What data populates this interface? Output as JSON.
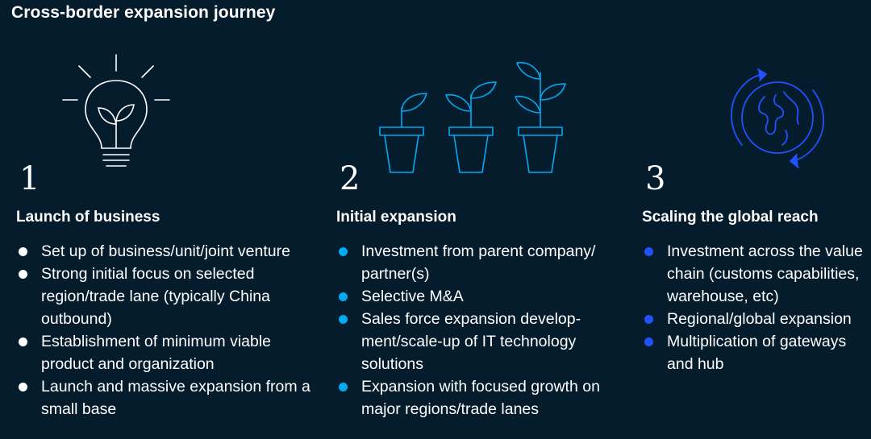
{
  "title": "Cross-border expansion journey",
  "colors": {
    "background": "#051c2c",
    "stage1_accent": "#ffffff",
    "stage2_accent": "#00a9f4",
    "stage3_accent": "#2251ff"
  },
  "stages": [
    {
      "number": "1",
      "title": "Launch of business",
      "icon": "lightbulb-sprout-icon",
      "bullets": [
        "Set up of business/unit/joint venture",
        "Strong initial focus on selected region/trade lane (typically China outbound)",
        "Establishment of minimum viable product and organization",
        "Launch and massive expansion from a small base"
      ]
    },
    {
      "number": "2",
      "title": "Initial expansion",
      "icon": "growing-plants-icon",
      "bullets": [
        "Investment from parent company/ partner(s)",
        "Selective M&A",
        "Sales force expansion develop-ment/scale-up of IT technology solutions",
        "Expansion with focused growth on major regions/trade lanes"
      ]
    },
    {
      "number": "3",
      "title": "Scaling the global reach",
      "icon": "globe-cycle-icon",
      "bullets": [
        "Investment across the value chain (customs capabilities, warehouse, etc)",
        "Regional/global expansion",
        "Multiplication of gateways and hub"
      ]
    }
  ]
}
